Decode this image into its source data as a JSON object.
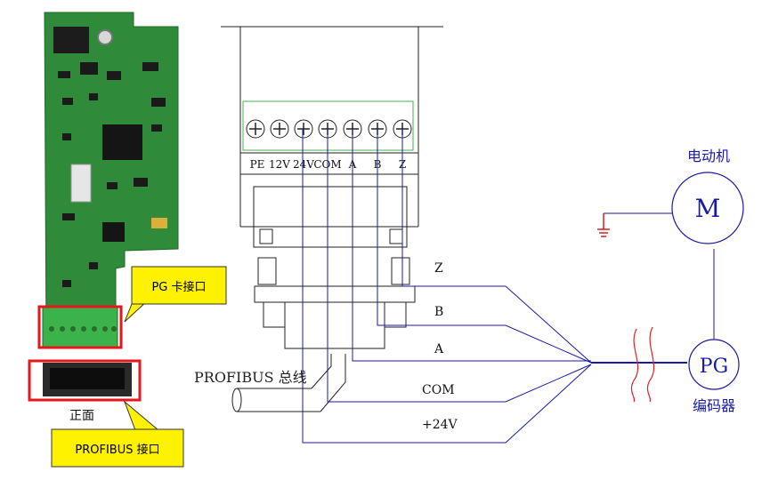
{
  "board": {
    "pg_callout": "PG 卡接口",
    "front_label": "正面",
    "profibus_callout": "PROFIBUS 接口"
  },
  "terminals": {
    "labels": [
      "PE",
      "12V",
      "24V",
      "COM",
      "A",
      "B",
      "Z"
    ]
  },
  "wiring": {
    "wire_labels": {
      "z": "Z",
      "b": "B",
      "a": "A",
      "com": "COM",
      "v24": "+24V"
    },
    "bus_label": "PROFIBUS 总线"
  },
  "motor": {
    "title": "电动机",
    "symbol": "M"
  },
  "encoder": {
    "symbol": "PG",
    "title": "编码器"
  },
  "colors": {
    "pcb_green": "#2f8a3a",
    "wire_blue": "#1a1aa8",
    "callout_yellow": "#fff200",
    "highlight_red": "#e8161b",
    "earth_red": "#d01010",
    "break_red": "#e02020"
  }
}
